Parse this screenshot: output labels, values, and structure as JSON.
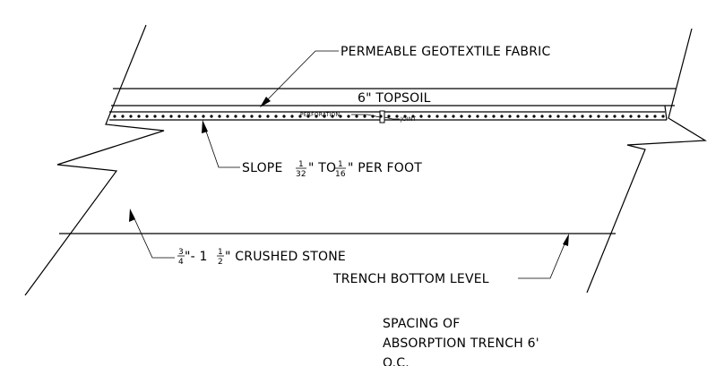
{
  "labels": {
    "geotextile": "PERMEABLE GEOTEXTILE FABRIC",
    "topsoil": "6\" TOPSOIL",
    "perforation": "PERFORATION",
    "joint": "JOINT",
    "slope_prefix": "SLOPE",
    "slope_frac1_num": "1",
    "slope_frac1_den": "32",
    "slope_mid": "\" TO",
    "slope_frac2_num": "1",
    "slope_frac2_den": "16",
    "slope_suffix": "\" PER FOOT",
    "stone_frac1_num": "3",
    "stone_frac1_den": "4",
    "stone_mid": "\"- 1",
    "stone_frac2_num": "1",
    "stone_frac2_den": "2",
    "stone_suffix": "\" CRUSHED STONE",
    "trench_bottom": "TRENCH BOTTOM LEVEL",
    "spacing_line1": "SPACING OF",
    "spacing_line2": "ABSORPTION TRENCH 6'",
    "spacing_line3": "O.C."
  }
}
